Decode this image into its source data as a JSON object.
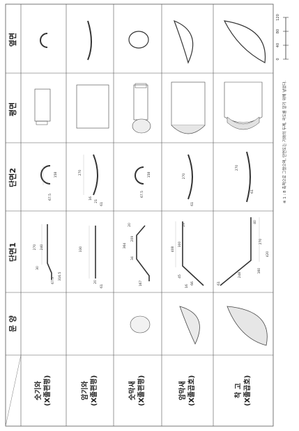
{
  "headers": {
    "section_end": "옆면",
    "plan": "평면",
    "section2": "단면2",
    "section1": "단면1",
    "pattern": "문 양"
  },
  "rows": [
    {
      "name_line1": "숫기와",
      "name_line2": "(X졸편평)",
      "dims": [
        "270",
        "240",
        "30",
        "67.5",
        "316.5",
        "67.5",
        "158"
      ]
    },
    {
      "name_line1": "암기와",
      "name_line2": "(X졸편평)",
      "dims": [
        "330",
        "20",
        "61",
        "270",
        "16",
        "21",
        "61"
      ]
    },
    {
      "name_line1": "숫막새",
      "name_line2": "(X졸편평)",
      "dims": [
        "364",
        "209",
        "34",
        "20",
        "167",
        "67.5",
        "158"
      ]
    },
    {
      "name_line1": "암막새",
      "name_line2": "(X졸곱호)",
      "dims": [
        "408",
        "300",
        "29",
        "45",
        "66",
        "16",
        "270",
        "61"
      ]
    },
    {
      "name_line1": "착 고",
      "name_line2": "(X졸곱호)",
      "dims": [
        "420",
        "270",
        "40",
        "160",
        "248",
        "61",
        "270",
        "61"
      ]
    }
  ],
  "note": "※ 1 : 8 축척으로 그렸으며, 단면도는 기와의 두께, 곡도를 알기 위해 넣었다.",
  "scale": [
    "0",
    "40",
    "80",
    "120"
  ]
}
